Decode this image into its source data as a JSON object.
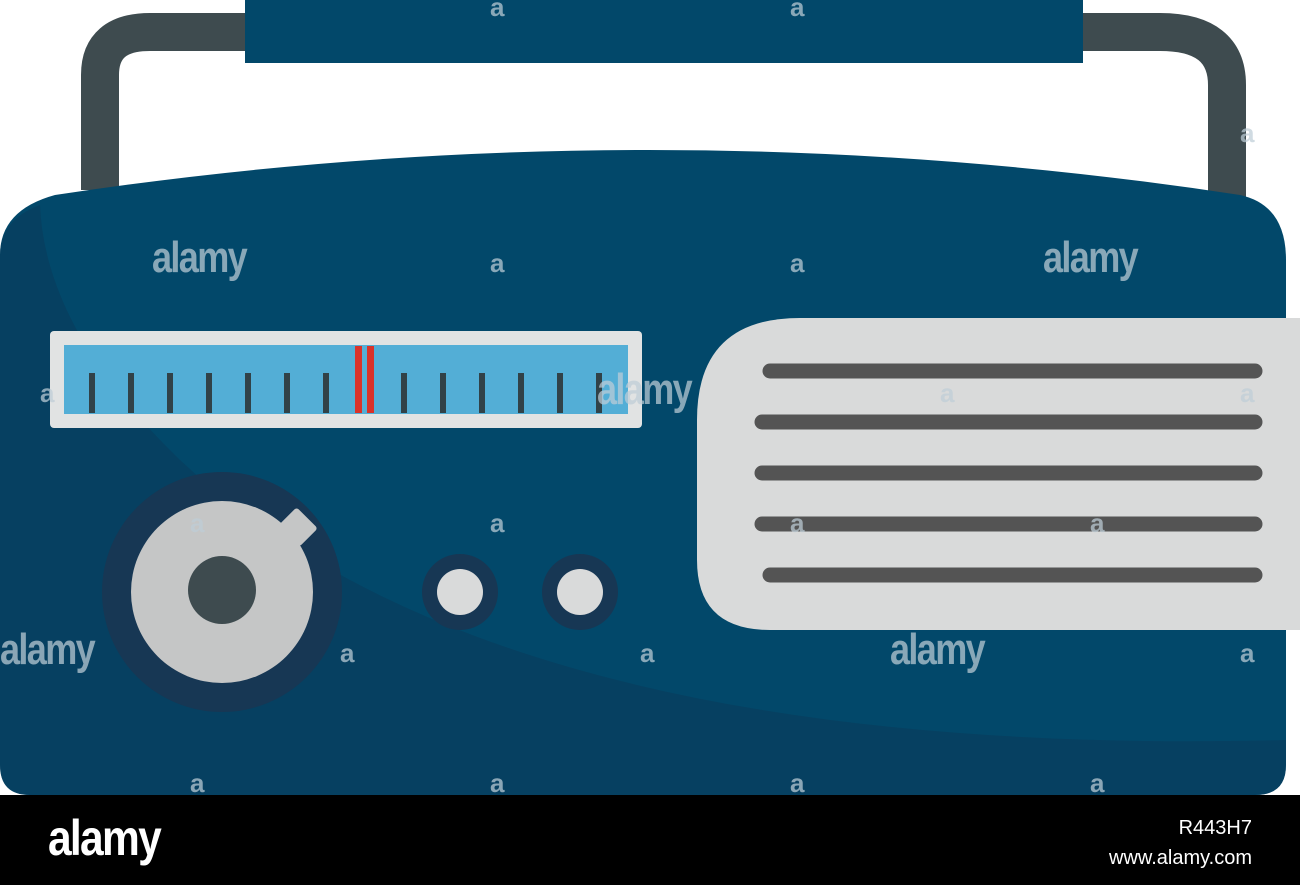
{
  "illustration": {
    "subject": "radio-icon",
    "colors": {
      "body": "#02486a",
      "body_shadow": "#0b3a5a",
      "handle": "#3e4b4f",
      "top_bar": "#02486a",
      "dial_window": "#53aed6",
      "dial_frame": "#e1e3e3",
      "tick": "#314248",
      "needle": "#d9322a",
      "knob_ring": "#173754",
      "knob": "#c5c6c6",
      "knob_center": "#3e4b4f",
      "button": "#d9dada",
      "speaker": "#d9dada",
      "speaker_slot": "#545454"
    },
    "dial_ticks": 14,
    "buttons": 2,
    "speaker_slots": 5
  },
  "watermark": {
    "text": "alamy",
    "mark": "a"
  },
  "footer": {
    "logo": "alamy",
    "image_id": "R443H7",
    "site": "www.alamy.com"
  }
}
